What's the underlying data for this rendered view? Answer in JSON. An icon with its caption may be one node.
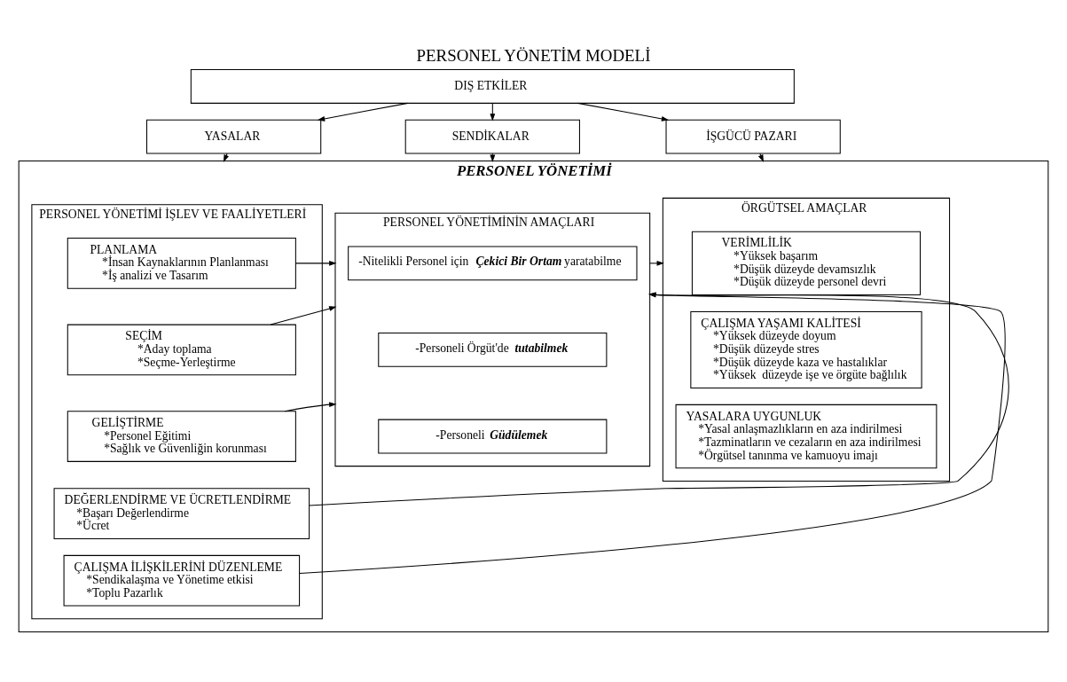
{
  "diagram": {
    "title": "PERSONEL YÖNETİM MODELİ",
    "nodes": [
      {
        "text": [
          "DIŞ ETKİLER"
        ]
      },
      {
        "text": [
          "YASALAR"
        ]
      },
      {
        "text": [
          "SENDİKALAR"
        ]
      },
      {
        "text": [
          "İŞGÜCÜ PAZARI"
        ]
      },
      {
        "text": [
          "PERSONEL YÖNETİMİ"
        ]
      },
      {
        "text": [
          "PERSONEL YÖNETİMİ İŞLEV VE FAALİYETLERİ"
        ],
        "in": 4
      },
      {
        "text": [
          "PLANLAMA",
          "*İnsan Kaynaklarının Planlanması",
          "*İş analizi ve Tasarım"
        ],
        "in": 5
      },
      {
        "text": [
          "SEÇİM",
          "*Aday toplama",
          "*Seçme-Yerleştirme"
        ],
        "in": 5
      },
      {
        "text": [
          "GELİŞTİRME",
          "*Personel Eğitimi",
          "*Sağlık ve Güvenliğin korunması"
        ],
        "in": 5
      },
      {
        "text": [
          "DEĞERLENDİRME VE ÜCRETLENDİRME",
          "*Başarı Değerlendirme",
          "*Ücret"
        ],
        "in": 5
      },
      {
        "text": [
          "ÇALIŞMA İLİŞKİLERİNİ DÜZENLEME",
          "*Sendikalaşma ve Yönetime etkisi",
          "*Toplu Pazarlık"
        ],
        "in": 5
      },
      {
        "text": [
          "PERSONEL YÖNETİMİNİN AMAÇLARI"
        ],
        "in": 4
      },
      {
        "text": [
          "-Nitelikli Personel için *Çekici Bir Ortam* yaratabilme"
        ],
        "in": 11
      },
      {
        "text": [
          "-Personeli Örgüt'de *tutabilmek*"
        ],
        "in": 11
      },
      {
        "text": [
          "-Personeli *Güdülemek*"
        ],
        "in": 11
      },
      {
        "text": [
          "ÖRGÜTSEL AMAÇLAR"
        ],
        "in": 4
      },
      {
        "text": [
          "VERİMLİLİK",
          "*Yüksek başarım",
          "*Düşük düzeyde devamsızlık",
          "*Düşük düzeyde personel devri"
        ],
        "in": 15
      },
      {
        "text": [
          "ÇALIŞMA YAŞAMI KALİTESİ",
          "*Yüksek düzeyde doyum",
          "*Düşük düzeyde stres",
          "*Düşük düzeyde kaza ve hastalıklar",
          "*Yüksek  düzeyde işe ve örgüte bağlılık"
        ],
        "in": 15
      },
      {
        "text": [
          "YASALARA UYGUNLUK",
          "*Yasal anlaşmazlıkların en aza indirilmesi",
          "*Tazminatların ve cezaların en aza indirilmesi",
          "*Örgütsel tanınma ve kamuoyu imajı"
        ],
        "in": 15
      }
    ],
    "edges": [
      {
        "from": 0,
        "to": 1,
        "arrow": "to"
      },
      {
        "from": 0,
        "to": 2,
        "arrow": "to"
      },
      {
        "from": 0,
        "to": 3,
        "arrow": "to"
      },
      {
        "from": 1,
        "to": 4,
        "arrow": "to"
      },
      {
        "from": 2,
        "to": 4,
        "arrow": "to"
      },
      {
        "from": 3,
        "to": 4,
        "arrow": "to"
      },
      {
        "from": 6,
        "to": 11,
        "arrow": "to"
      },
      {
        "from": 7,
        "to": 11,
        "arrow": "to"
      },
      {
        "from": 8,
        "to": 11,
        "arrow": "to"
      },
      {
        "from": 9,
        "to": 11,
        "arrow": "to"
      },
      {
        "from": 10,
        "to": 11,
        "arrow": "to"
      },
      {
        "from": 11,
        "to": 15,
        "arrow": "to"
      }
    ]
  }
}
